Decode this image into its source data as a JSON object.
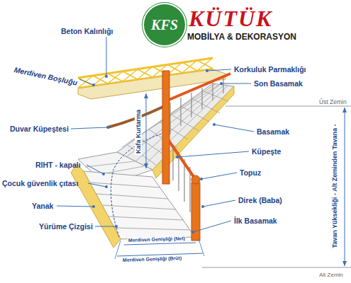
{
  "diagram": {
    "nodes": [
      {
        "text": [
          "KFS"
        ]
      }
    ],
    "labels": [
      "KÜTÜK",
      "MOBİLYA & DEKORASYON",
      "Beton Kalınlığı",
      "Merdiven Boşluğu",
      "Korkuluk Parmaklığı",
      "Son Basamak",
      "Üst Zemin",
      "Duvar Küpeştesi",
      "Basamak",
      "Kafa Kurtarma",
      "Küpeşte",
      "Topuz",
      "RIHT - kapalı",
      "Çocuk güvenlik çıtası",
      "Direk (Baba)",
      "Yanak",
      "Yürüme Çizgisi",
      "İlk Basamak",
      "Merdiven Genişliği (Net)",
      "Merdiven Genişliği (Brüt)",
      "Tavan Yüksekliği - Alt Zeminden Tavana -",
      "Alt Zemin"
    ]
  }
}
